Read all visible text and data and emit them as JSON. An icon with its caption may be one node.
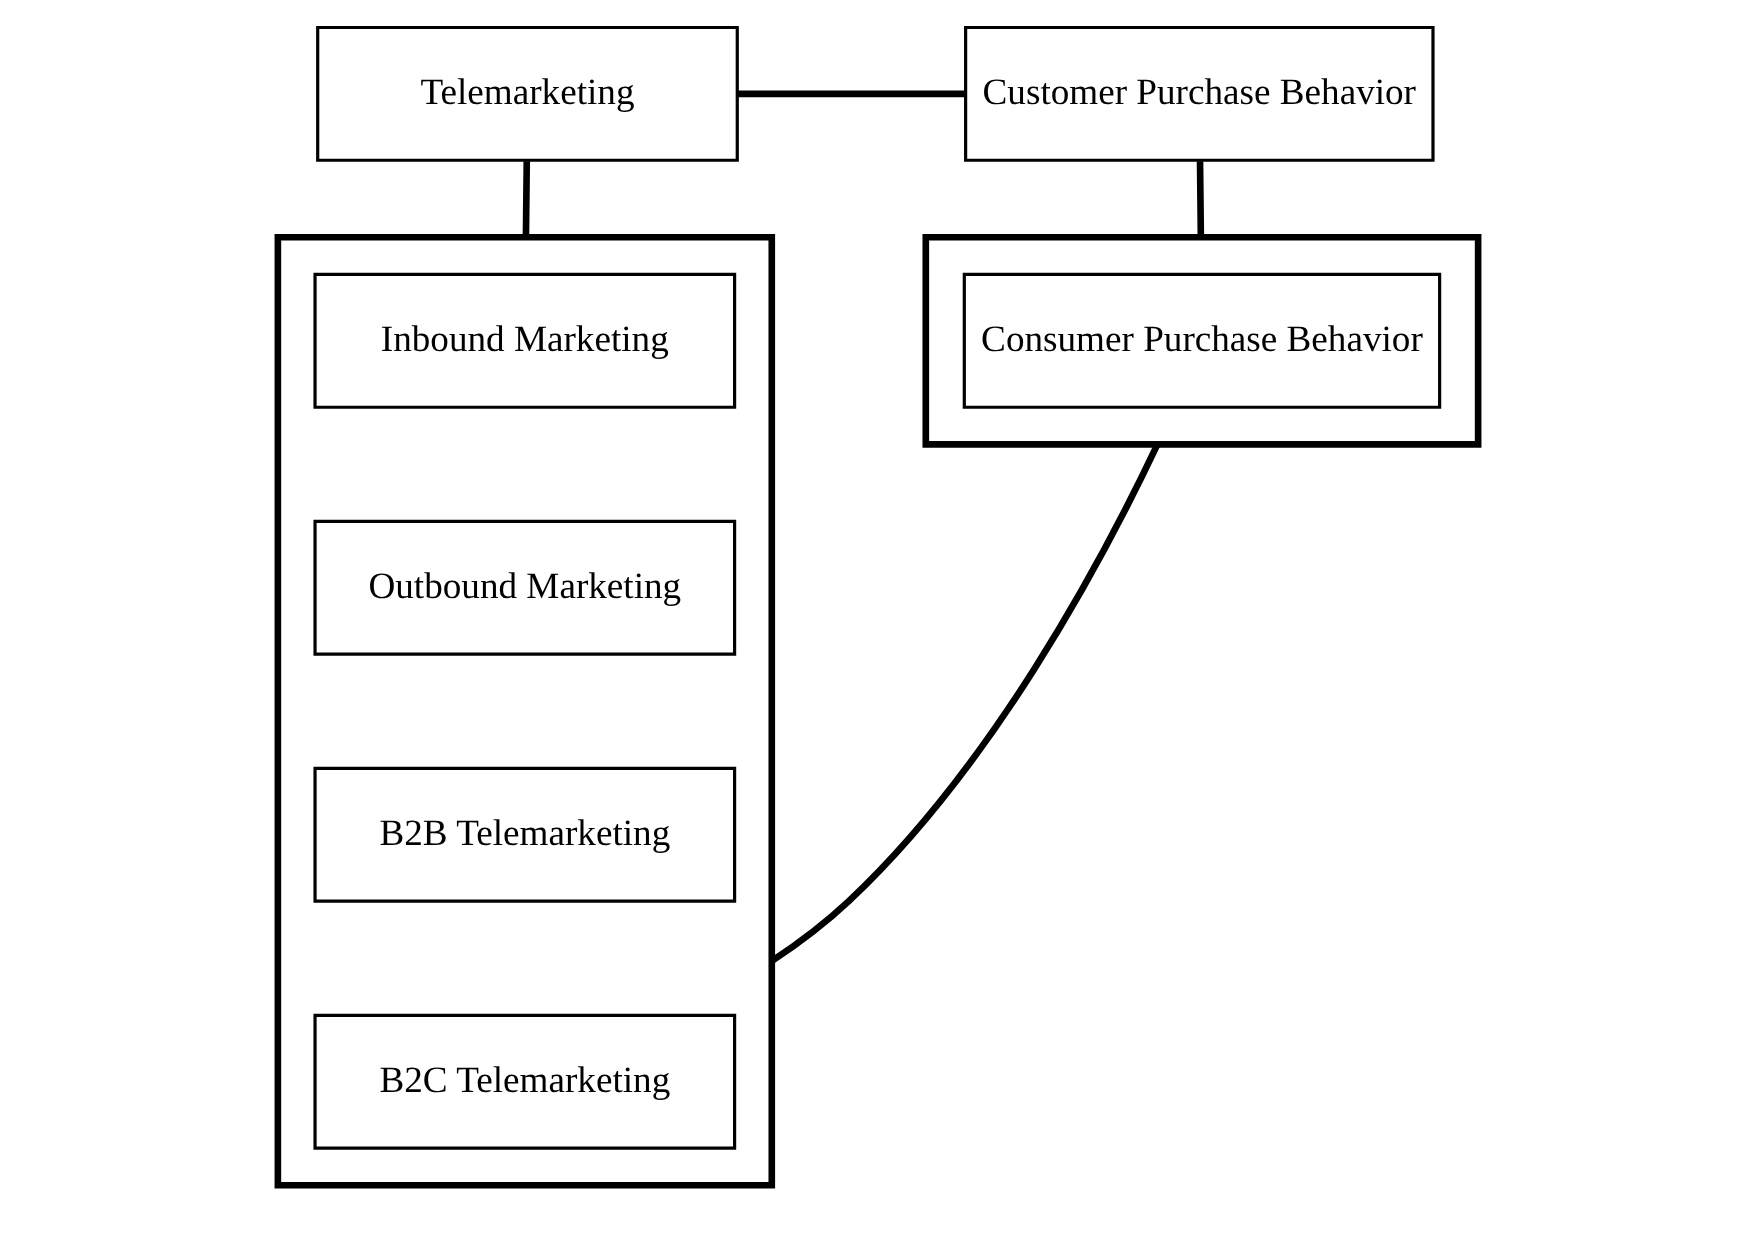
{
  "diagram": {
    "nodes": [
      {
        "text": [
          "Telemarketing"
        ]
      },
      {
        "text": [
          "Customer Purchase Behavior"
        ]
      },
      {
        "text": [],
        "shape": "box"
      },
      {
        "text": [
          "Inbound Marketing"
        ],
        "in": 2
      },
      {
        "text": [
          "Outbound Marketing"
        ],
        "in": 2
      },
      {
        "text": [
          "B2B Telemarketing"
        ],
        "in": 2
      },
      {
        "text": [
          "B2C Telemarketing"
        ],
        "in": 2
      },
      {
        "text": [],
        "shape": "box"
      },
      {
        "text": [
          "Consumer Purchase Behavior"
        ],
        "in": 7
      }
    ],
    "edges": [
      {
        "from": 0,
        "to": 1,
        "arrow": "none"
      },
      {
        "from": 0,
        "to": 2,
        "arrow": "none"
      },
      {
        "from": 1,
        "to": 7,
        "arrow": "none"
      },
      {
        "from": 2,
        "to": 7,
        "arrow": "none"
      }
    ]
  }
}
